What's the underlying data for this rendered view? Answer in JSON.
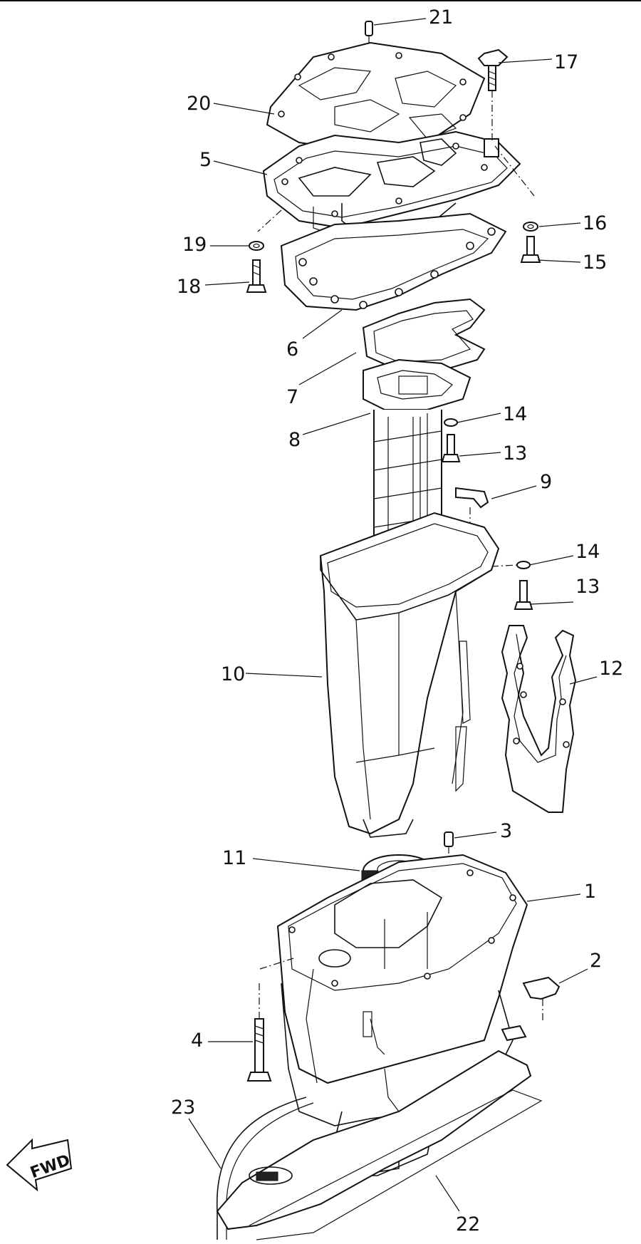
{
  "callouts": [
    {
      "id": "21",
      "label": "21"
    },
    {
      "id": "17",
      "label": "17"
    },
    {
      "id": "20",
      "label": "20"
    },
    {
      "id": "5",
      "label": "5"
    },
    {
      "id": "16",
      "label": "16"
    },
    {
      "id": "15",
      "label": "15"
    },
    {
      "id": "19",
      "label": "19"
    },
    {
      "id": "18",
      "label": "18"
    },
    {
      "id": "6",
      "label": "6"
    },
    {
      "id": "7",
      "label": "7"
    },
    {
      "id": "14a",
      "label": "14"
    },
    {
      "id": "8",
      "label": "8"
    },
    {
      "id": "13a",
      "label": "13"
    },
    {
      "id": "9",
      "label": "9"
    },
    {
      "id": "14b",
      "label": "14"
    },
    {
      "id": "13b",
      "label": "13"
    },
    {
      "id": "12",
      "label": "12"
    },
    {
      "id": "10",
      "label": "10"
    },
    {
      "id": "3",
      "label": "3"
    },
    {
      "id": "11",
      "label": "11"
    },
    {
      "id": "1",
      "label": "1"
    },
    {
      "id": "2",
      "label": "2"
    },
    {
      "id": "4",
      "label": "4"
    },
    {
      "id": "23",
      "label": "23"
    },
    {
      "id": "22",
      "label": "22"
    }
  ],
  "fwd_label": "FWD"
}
